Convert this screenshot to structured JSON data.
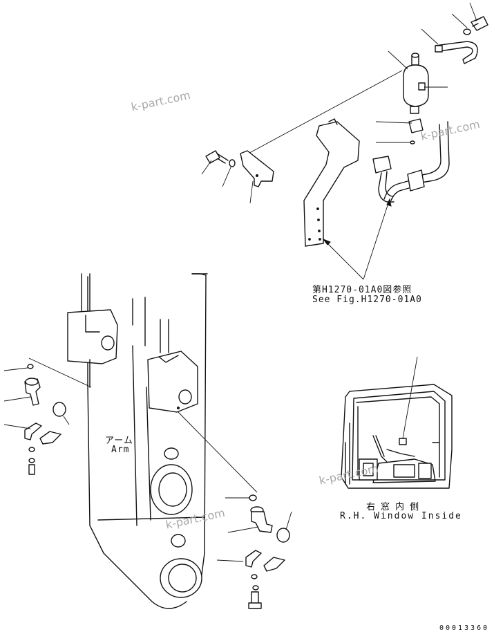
{
  "colors": {
    "line": "#111111",
    "background": "#ffffff",
    "watermark": "#a8a8a8"
  },
  "reference": {
    "line_jp": "第H1270-01A0図参照",
    "line_en": "See Fig.H1270-01A0"
  },
  "arm_label": {
    "jp": "アーム",
    "en": "Arm"
  },
  "window_label": {
    "jp": "右窓内側",
    "en": "R.H. Window Inside"
  },
  "watermarks": [
    "k-part.com",
    "k-part.com",
    "k-part.com",
    "k-part.com"
  ],
  "drawing_code": "00013360"
}
